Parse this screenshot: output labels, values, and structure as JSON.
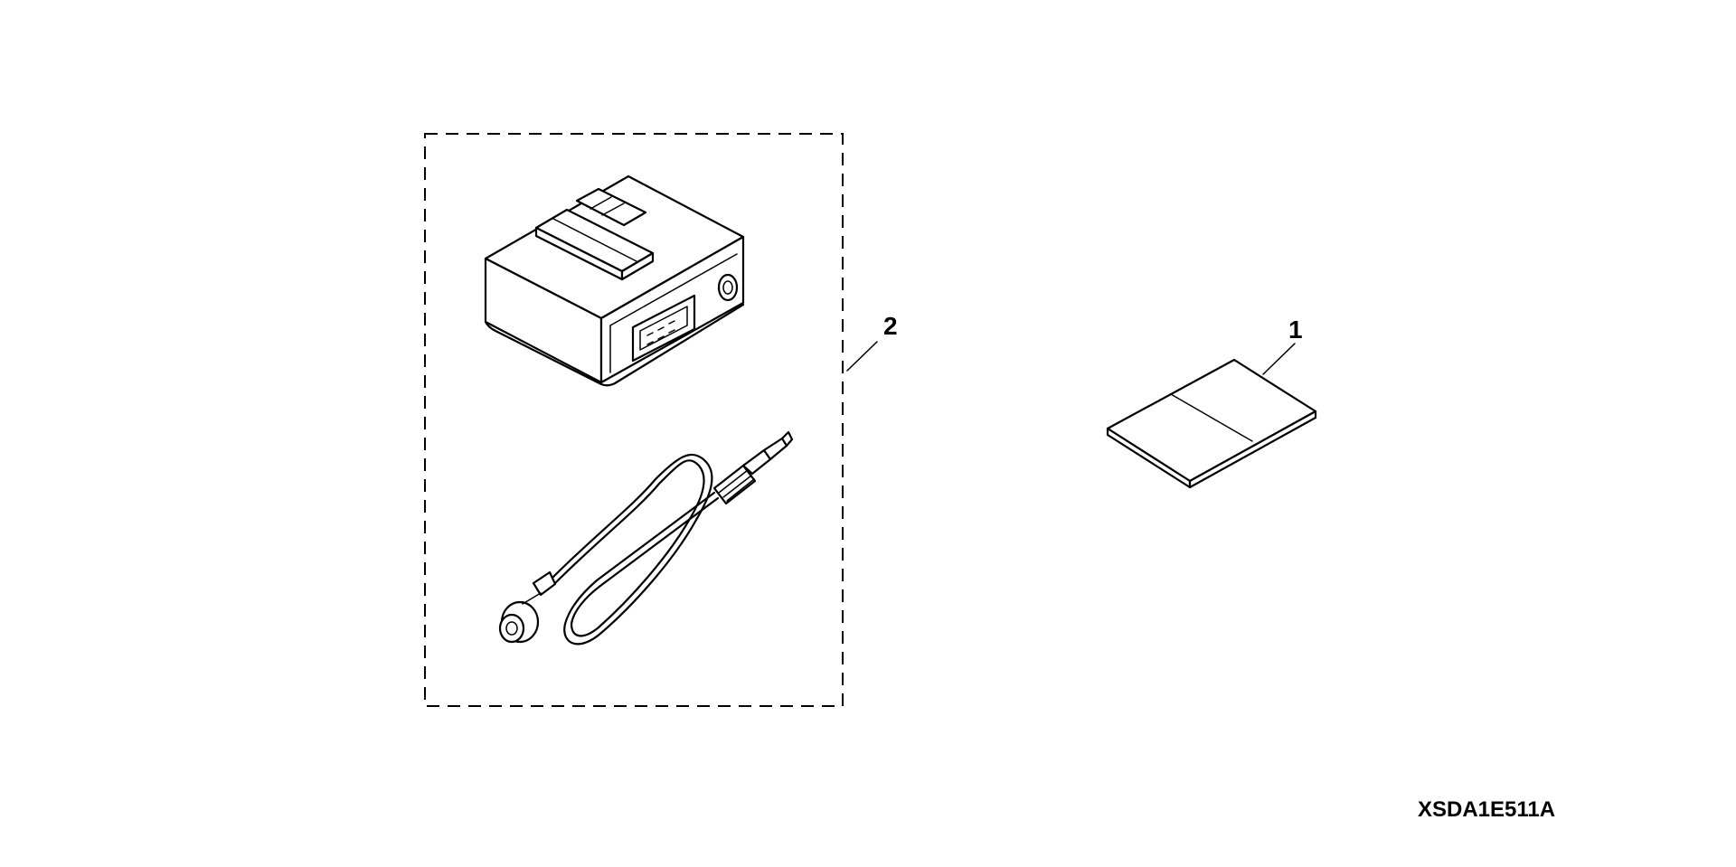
{
  "callouts": {
    "kit": "2",
    "manual": "1"
  },
  "figure_code": "XSDA1E511A"
}
